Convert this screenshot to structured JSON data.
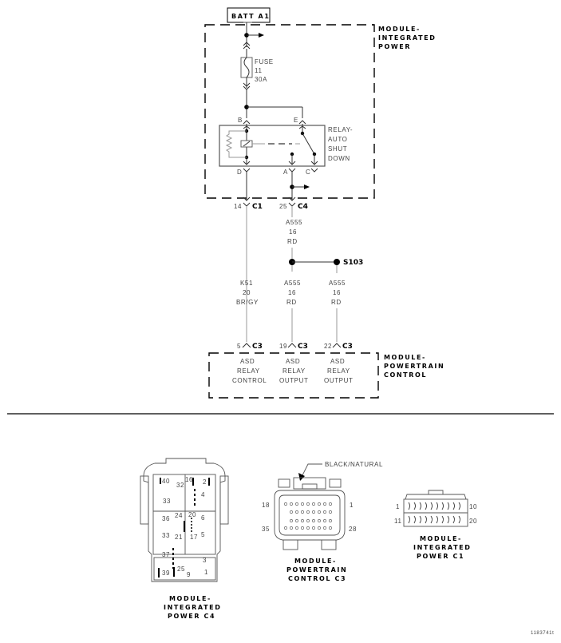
{
  "diagram": {
    "source": {
      "label": "BATT A1"
    },
    "modules": {
      "integrated_power": {
        "line1": "MODULE-",
        "line2": "INTEGRATED",
        "line3": "POWER"
      },
      "powertrain_control": {
        "line1": "MODULE-",
        "line2": "POWERTRAIN",
        "line3": "CONTROL"
      }
    },
    "fuse": {
      "label": "FUSE",
      "number": "11",
      "rating": "30A"
    },
    "relay": {
      "line1": "RELAY-",
      "line2": "AUTO",
      "line3": "SHUT",
      "line4": "DOWN",
      "terminals": {
        "b": "B",
        "e": "E",
        "d": "D",
        "a": "A",
        "c": "C"
      }
    },
    "connectors_top": [
      {
        "pin": "14",
        "name": "C1"
      },
      {
        "pin": "25",
        "name": "C4"
      }
    ],
    "wires": {
      "upper_a555": {
        "circuit": "A555",
        "gauge": "16",
        "color": "RD"
      },
      "k51": {
        "circuit": "K51",
        "gauge": "20",
        "color": "BR/GY"
      },
      "mid_a555": {
        "circuit": "A555",
        "gauge": "16",
        "color": "RD"
      },
      "right_a555": {
        "circuit": "A555",
        "gauge": "16",
        "color": "RD"
      }
    },
    "splice": {
      "label": "S103"
    },
    "connectors_bottom": [
      {
        "pin": "5",
        "name": "C3",
        "func1": "ASD",
        "func2": "RELAY",
        "func3": "CONTROL"
      },
      {
        "pin": "19",
        "name": "C3",
        "func1": "ASD",
        "func2": "RELAY",
        "func3": "OUTPUT"
      },
      {
        "pin": "22",
        "name": "C3",
        "func1": "ASD",
        "func2": "RELAY",
        "func3": "OUTPUT"
      }
    ]
  },
  "connector_views": {
    "c4": {
      "line1": "MODULE-",
      "line2": "INTEGRATED",
      "line3": "POWER C4",
      "pins": [
        "40",
        "32",
        "16",
        "2",
        "4",
        "33",
        "24",
        "20",
        "36",
        "6",
        "33",
        "21",
        "17",
        "5",
        "37",
        "3",
        "39",
        "25",
        "9",
        "1"
      ]
    },
    "c3": {
      "callout": "BLACK/NATURAL",
      "line1": "MODULE-",
      "line2": "POWERTRAIN",
      "line3": "CONTROL C3",
      "pin_top_left": "18",
      "pin_top_right": "1",
      "pin_bottom_left": "35",
      "pin_bottom_right": "28"
    },
    "c1": {
      "line1": "MODULE-",
      "line2": "INTEGRATED",
      "line3": "POWER C1",
      "pin_top_left": "1",
      "pin_top_right": "10",
      "pin_bottom_left": "11",
      "pin_bottom_right": "20"
    }
  },
  "footer": {
    "ref": "1183741t"
  }
}
